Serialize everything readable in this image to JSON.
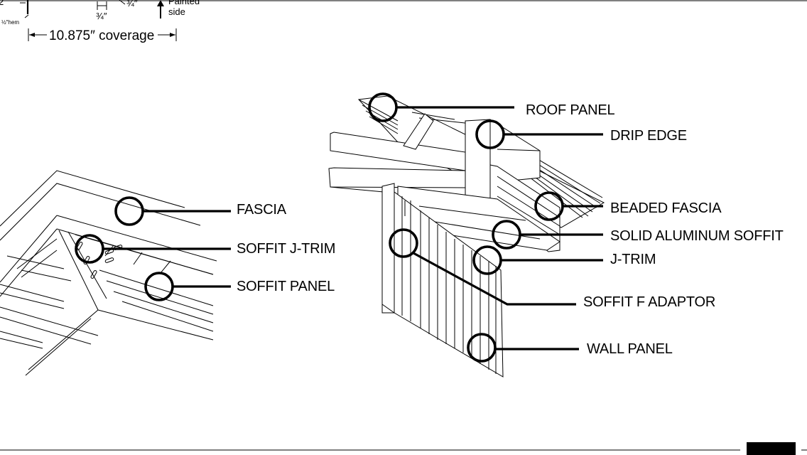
{
  "top_left_detail": {
    "dim_fraction_a": "¾″",
    "dim_fraction_b": "¾″",
    "hem_note": "½″hem",
    "painted_side": [
      "Painted",
      "side"
    ],
    "coverage": "10.875″ coverage",
    "clip_fragment": "2"
  },
  "left_callouts": [
    {
      "id": "fascia",
      "label": "FASCIA"
    },
    {
      "id": "soffit-j-trim",
      "label": "SOFFIT J-TRIM"
    },
    {
      "id": "soffit-panel",
      "label": "SOFFIT PANEL"
    }
  ],
  "right_callouts": [
    {
      "id": "roof-panel",
      "label": "ROOF PANEL"
    },
    {
      "id": "drip-edge",
      "label": "DRIP EDGE"
    },
    {
      "id": "beaded-fascia",
      "label": "BEADED FASCIA"
    },
    {
      "id": "solid-aluminum-soffit",
      "label": "SOLID ALUMINUM SOFFIT"
    },
    {
      "id": "j-trim",
      "label": "J-TRIM"
    },
    {
      "id": "soffit-f-adaptor",
      "label": "SOFFIT F ADAPTOR"
    },
    {
      "id": "wall-panel",
      "label": "WALL PANEL"
    }
  ]
}
